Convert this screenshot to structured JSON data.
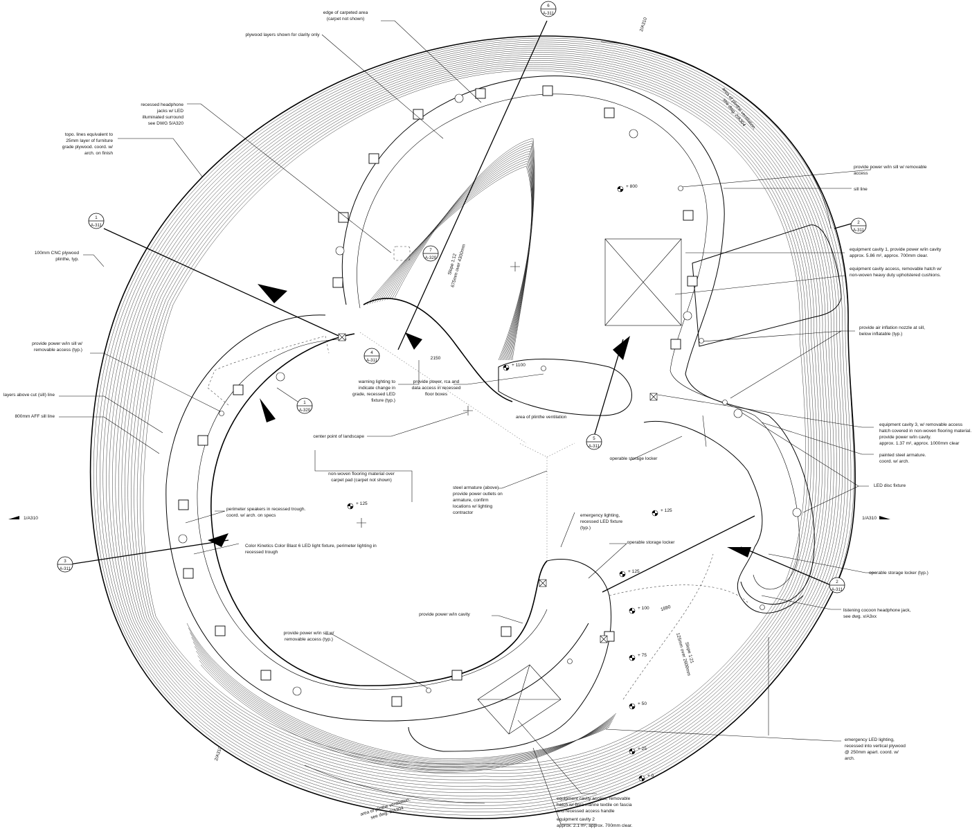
{
  "annotations": [
    {
      "id": "a-edge-carpet",
      "lines": [
        "edge of carpeted area",
        "(carpet not shown)"
      ],
      "anchor": "middle"
    },
    {
      "id": "a-plywood-layers",
      "lines": [
        "plywood layers shown for clarity only"
      ],
      "anchor": "middle"
    },
    {
      "id": "a-headphone-jacks",
      "lines": [
        "recessed headphone",
        "jacks w/ LED",
        "illuminated surround",
        "see DWG 5/A320"
      ],
      "anchor": "end"
    },
    {
      "id": "a-topo-lines",
      "lines": [
        "topo. lines equivalent to",
        "25mm layer of furniture",
        "grade plywood. coord. w/",
        "arch. on finish"
      ],
      "anchor": "end"
    },
    {
      "id": "a-plinth",
      "lines": [
        "100mm CNC plywood",
        "plinthe, typ."
      ],
      "anchor": "end"
    },
    {
      "id": "a-power-sill-left",
      "lines": [
        "provide power w/in sill w/",
        "removable access (typ.)"
      ],
      "anchor": "end"
    },
    {
      "id": "a-layers-above-cut",
      "lines": [
        "layers above cut (sill) line"
      ],
      "anchor": "end"
    },
    {
      "id": "a-sill-800",
      "lines": [
        "800mm AFF sill line"
      ],
      "anchor": "end"
    },
    {
      "id": "a-speakers",
      "lines": [
        "perimeter speakers in recessed trough.",
        "coord. w/ arch. on specs"
      ],
      "anchor": "start"
    },
    {
      "id": "a-color-kinetics",
      "lines": [
        "Color Kinetics Color Blast 6 LED light fixture, perimeter lighting in",
        "recessed trough"
      ],
      "anchor": "start"
    },
    {
      "id": "a-power-cavity",
      "lines": [
        "provide power w/in cavity"
      ],
      "anchor": "middle"
    },
    {
      "id": "a-power-sill-bottom",
      "lines": [
        "provide power w/in sill w/",
        "removable access (typ.)"
      ],
      "anchor": "middle"
    },
    {
      "id": "a-cavity2-access",
      "lines": [
        "equipment cavity access, removable",
        "hatch w/ flora manne textile on fascia",
        "and recessed access handle"
      ],
      "anchor": "start"
    },
    {
      "id": "a-cavity2",
      "lines": [
        "equipment cavity 2",
        "approx. 2.1 m², approx. 700mm clear."
      ],
      "anchor": "start"
    },
    {
      "id": "a-warning",
      "lines": [
        "warning lighting to",
        "indicate change in",
        "grade, recessed LED",
        "fixture (typ.)"
      ],
      "anchor": "end"
    },
    {
      "id": "a-power-rca",
      "lines": [
        "provide power,  rca and",
        "data access in recessed",
        "floor boxes"
      ],
      "anchor": "middle"
    },
    {
      "id": "a-center",
      "lines": [
        "center point of landscape"
      ],
      "anchor": "end"
    },
    {
      "id": "a-nonwoven",
      "lines": [
        "non-woven flooring material over",
        "carpet pad (carpet not shown)"
      ],
      "anchor": "middle"
    },
    {
      "id": "a-armature",
      "lines": [
        "steel armature (above)",
        "provide power outlets on",
        "armature, confirm",
        "locations w/ lighting",
        "contractor"
      ],
      "anchor": "start"
    },
    {
      "id": "a-emergency",
      "lines": [
        "emergency lighting,",
        "recessed LED fixture",
        "(typ.)"
      ],
      "anchor": "start"
    },
    {
      "id": "a-locker-1",
      "lines": [
        "operable storage locker"
      ],
      "anchor": "middle"
    },
    {
      "id": "a-locker-2",
      "lines": [
        "operable storage locker"
      ],
      "anchor": "middle"
    },
    {
      "id": "a-plinth-vent-mid",
      "lines": [
        "area of plinthe ventilation"
      ],
      "anchor": "start"
    },
    {
      "id": "a-power-sill-right",
      "lines": [
        "provide power w/in sill w/ removable",
        "access"
      ],
      "anchor": "start"
    },
    {
      "id": "a-sill-line",
      "lines": [
        "sill line"
      ],
      "anchor": "start"
    },
    {
      "id": "a-cavity1",
      "lines": [
        "equipment cavity 1, provide power w/in cavity",
        "approx. 5.86 m², approx. 700mm clear."
      ],
      "anchor": "start"
    },
    {
      "id": "a-cavity1-access",
      "lines": [
        "equipment cavity access, removable hatch w/",
        "non-woven heavy duty upholstered cushions."
      ],
      "anchor": "start"
    },
    {
      "id": "a-air-nozzle",
      "lines": [
        "provide air inflation nozzle at sill,",
        "below inflatable (typ.)"
      ],
      "anchor": "start"
    },
    {
      "id": "a-cavity3",
      "lines": [
        "equipment cavity 3, w/ removable access",
        "hatch covered in non-woven flooring material.",
        "provide power w/in cavity.",
        "approx. 1.37 m², approx. 1000mm clear"
      ],
      "anchor": "start"
    },
    {
      "id": "a-painted-steel",
      "lines": [
        "painted steel armature.",
        "coord. w/ arch."
      ],
      "anchor": "start"
    },
    {
      "id": "a-led-disc",
      "lines": [
        "LED disc fixture"
      ],
      "anchor": "start"
    },
    {
      "id": "a-locker-typ",
      "lines": [
        "operable storage locker (typ.)"
      ],
      "anchor": "start"
    },
    {
      "id": "a-cocoon",
      "lines": [
        "listening cocoon headphone jack,",
        "see dwg. x/A3xx"
      ],
      "anchor": "start"
    },
    {
      "id": "a-emergency-led",
      "lines": [
        "emergency LED lighting,",
        "recessed into vertical plywood",
        "@ 250mm apart. coord. w/",
        "arch."
      ],
      "anchor": "start"
    }
  ],
  "rotated_labels": [
    {
      "id": "r-vent-top",
      "lines": [
        "area of plinthe ventilation,",
        "see dwg. 2/A304"
      ]
    },
    {
      "id": "r-vent-bottom",
      "lines": [
        "area of plinthe ventilation,",
        "see dwg. 2/A304"
      ]
    },
    {
      "id": "r-2a310-top",
      "lines": [
        "2/A310"
      ]
    },
    {
      "id": "r-2a310-bottom",
      "lines": [
        "2/A310"
      ]
    },
    {
      "id": "r-slope-top",
      "lines": [
        "Slope 1:12",
        "675mm over 4300mm"
      ]
    },
    {
      "id": "r-slope-bottom",
      "lines": [
        "Slope 1:21",
        "125mm over 2600mm"
      ]
    }
  ],
  "section_markers": [
    {
      "id": "s-1-a311",
      "number": "1",
      "sheet": "A-311"
    },
    {
      "id": "s-2-a311-top",
      "number": "2",
      "sheet": "A-311"
    },
    {
      "id": "s-2-a311-bottom",
      "number": "2",
      "sheet": "A-311"
    },
    {
      "id": "s-3-a311",
      "number": "3",
      "sheet": "A-311"
    },
    {
      "id": "s-4-a311",
      "number": "4",
      "sheet": "A-311"
    },
    {
      "id": "s-5-a311",
      "number": "5",
      "sheet": "A-311"
    },
    {
      "id": "s-6-a311",
      "number": "6",
      "sheet": "A-311"
    },
    {
      "id": "s-1-a320",
      "number": "1",
      "sheet": "A-320"
    },
    {
      "id": "s-7-a320",
      "number": "7",
      "sheet": "A-320"
    }
  ],
  "elevations": [
    {
      "id": "e-800",
      "label": "+ 800"
    },
    {
      "id": "e-1100",
      "label": "+ 1100"
    },
    {
      "id": "e-125-left",
      "label": "+ 125"
    },
    {
      "id": "e-125-right",
      "label": "+ 125"
    },
    {
      "id": "e-125-ramp",
      "label": "+ 125"
    },
    {
      "id": "e-100",
      "label": "+ 100"
    },
    {
      "id": "e-75",
      "label": "+ 75"
    },
    {
      "id": "e-50",
      "label": "+ 50"
    },
    {
      "id": "e-25",
      "label": "+ 25"
    },
    {
      "id": "e-0",
      "label": "+ 0"
    }
  ],
  "dimensions": [
    {
      "id": "d-2150",
      "label": "2150"
    },
    {
      "id": "d-1880",
      "label": "1880"
    }
  ],
  "elevation_refs": [
    {
      "id": "x-left",
      "label": "1/A310"
    },
    {
      "id": "x-right",
      "label": "1/A310"
    }
  ]
}
